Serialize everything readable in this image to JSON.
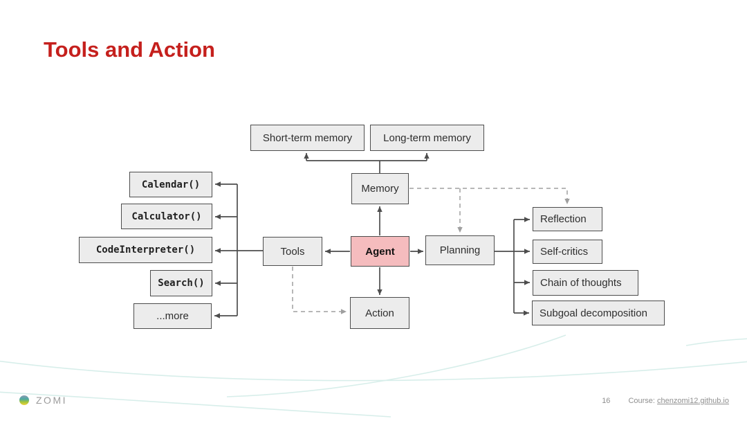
{
  "slide": {
    "title": "Tools and Action",
    "page_number": "16",
    "brand": "ZOMI",
    "course_label": "Course:",
    "course_link": "chenzomi12.github.io"
  },
  "colors": {
    "title_red": "#c5201d",
    "agent_fill": "#f5bcbe",
    "node_fill": "#ececec",
    "node_border": "#4c4c4c",
    "solid_connector": "#4d4d4d",
    "dashed_connector": "#9f9f9f",
    "footer_text": "#8f8f8f",
    "wave": "#d7eeea"
  },
  "diagram": {
    "nodes": {
      "short_term_memory": {
        "label": "Short-term memory"
      },
      "long_term_memory": {
        "label": "Long-term memory"
      },
      "memory": {
        "label": "Memory"
      },
      "tools": {
        "label": "Tools"
      },
      "agent": {
        "label": "Agent"
      },
      "planning": {
        "label": "Planning"
      },
      "action": {
        "label": "Action"
      },
      "calendar": {
        "label": "Calendar()"
      },
      "calculator": {
        "label": "Calculator()"
      },
      "code_interpreter": {
        "label": "CodeInterpreter()"
      },
      "search": {
        "label": "Search()"
      },
      "more": {
        "label": "...more"
      },
      "reflection": {
        "label": "Reflection"
      },
      "self_critics": {
        "label": "Self-critics"
      },
      "chain_of_thoughts": {
        "label": "Chain of thoughts"
      },
      "subgoal_decomposition": {
        "label": "Subgoal decomposition"
      }
    }
  }
}
